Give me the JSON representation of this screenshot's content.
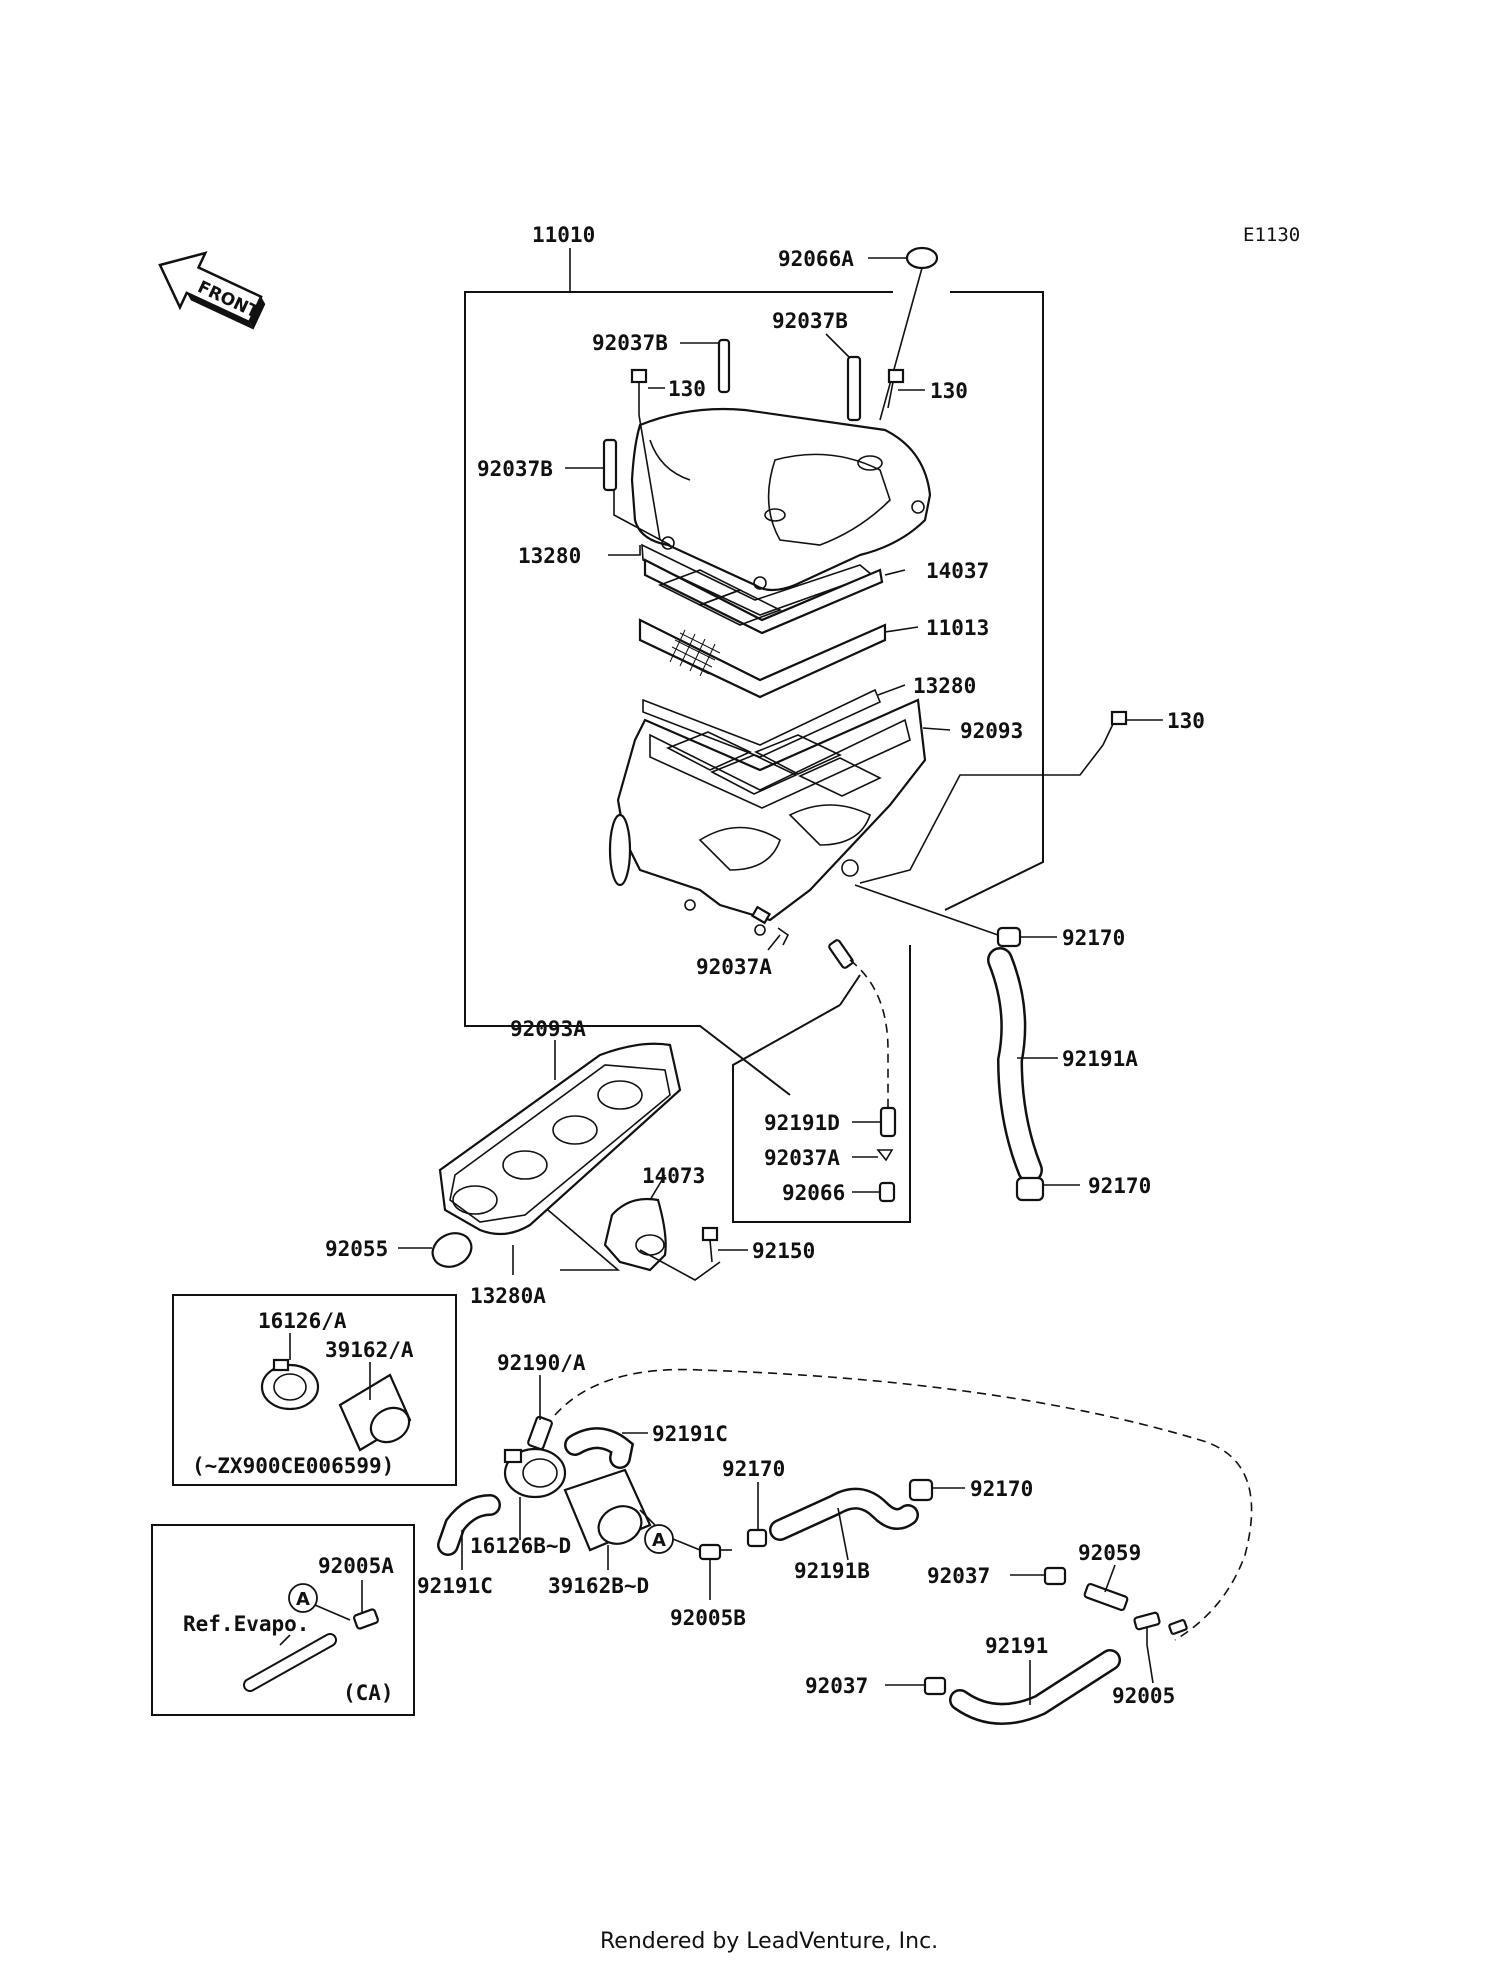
{
  "diagram_code": "E1130",
  "front_label": "FRONT",
  "footer": "Rendered by LeadVenture, Inc.",
  "callouts": {
    "p11010": "11010",
    "p92066A": "92066A",
    "p92037B_a": "92037B",
    "p92037B_b": "92037B",
    "p92037B_c": "92037B",
    "p130_a": "130",
    "p130_b": "130",
    "p130_c": "130",
    "p13280_a": "13280",
    "p14037": "14037",
    "p11013": "11013",
    "p13280_b": "13280",
    "p92093": "92093",
    "p92170_a": "92170",
    "p92037A_a": "92037A",
    "p92191A": "92191A",
    "p92093A": "92093A",
    "p92191D": "92191D",
    "p92037A_b": "92037A",
    "p92066": "92066",
    "p92170_b": "92170",
    "p14073": "14073",
    "p92055": "92055",
    "p92150": "92150",
    "p13280A": "13280A",
    "p16126A": "16126/A",
    "p39162A": "39162/A",
    "inset1_note": "(~ZX900CE006599)",
    "p92190A": "92190/A",
    "p92191C_a": "92191C",
    "p92170_c": "92170",
    "p92170_d": "92170",
    "p92005A": "92005A",
    "ref_evapo": "Ref.Evapo.",
    "inset2_note": "(CA)",
    "p92191C_b": "92191C",
    "p16126BD": "16126B~D",
    "p39162BD": "39162B~D",
    "p92005B": "92005B",
    "p92191B": "92191B",
    "p92059": "92059",
    "p92037_a": "92037",
    "p92191": "92191",
    "p92037_b": "92037",
    "p92005": "92005",
    "marker_a1": "A",
    "marker_a2": "A"
  }
}
